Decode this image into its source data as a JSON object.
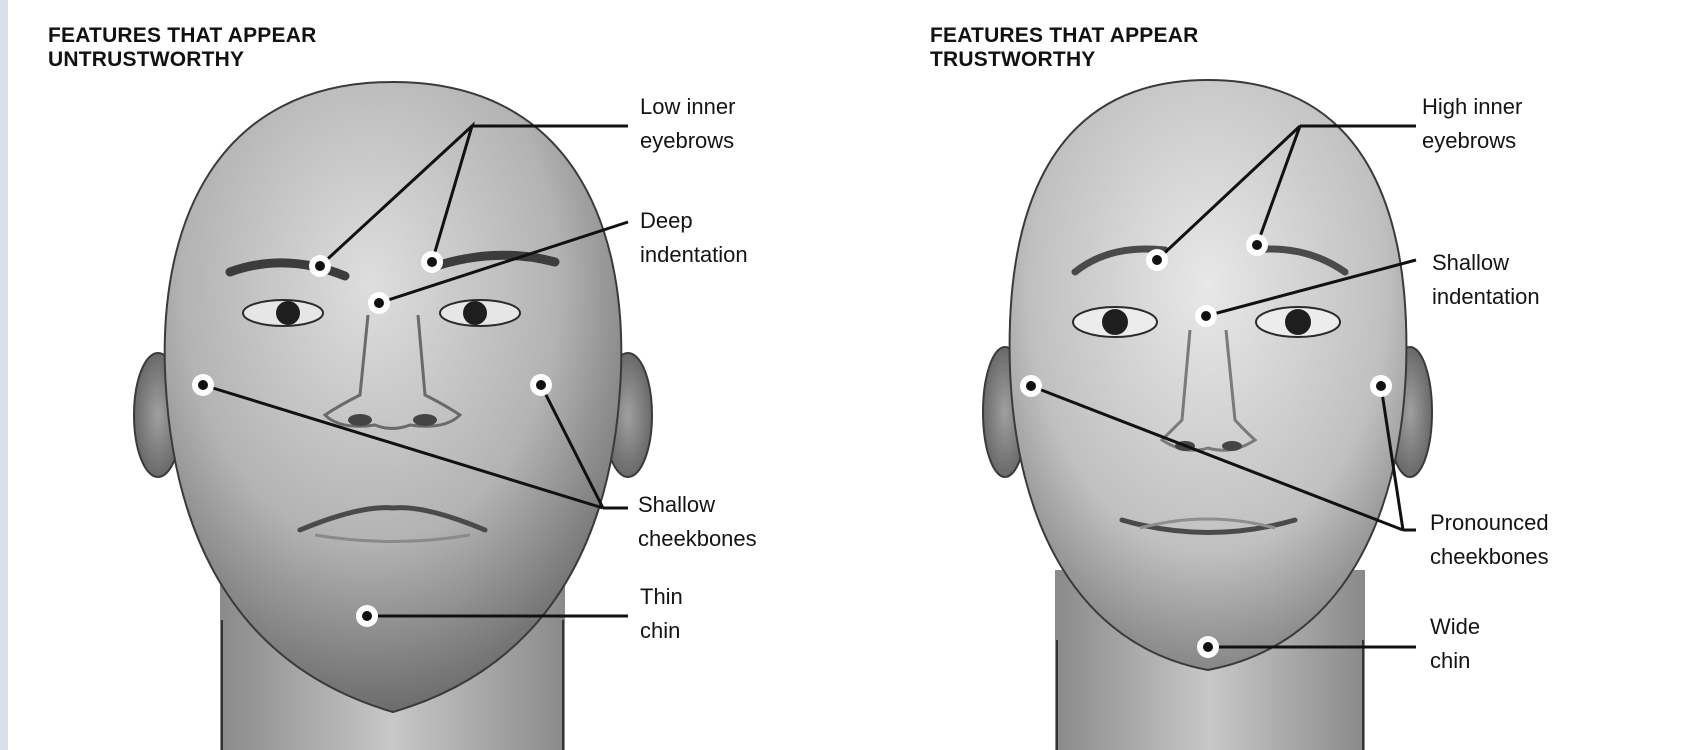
{
  "panels": [
    {
      "title_line1": "FEATURES THAT APPEAR",
      "title_line2": "UNTRUSTWORTHY",
      "labels": {
        "eyebrows": [
          "Low inner",
          "eyebrows"
        ],
        "indentation": [
          "Deep",
          "indentation"
        ],
        "cheekbones": [
          "Shallow",
          "cheekbones"
        ],
        "chin": [
          "Thin",
          "chin"
        ]
      }
    },
    {
      "title_line1": "FEATURES THAT APPEAR",
      "title_line2": "TRUSTWORTHY",
      "labels": {
        "eyebrows": [
          "High inner",
          "eyebrows"
        ],
        "indentation": [
          "Shallow",
          "indentation"
        ],
        "cheekbones": [
          "Pronounced",
          "cheekbones"
        ],
        "chin": [
          "Wide",
          "chin"
        ]
      }
    }
  ]
}
